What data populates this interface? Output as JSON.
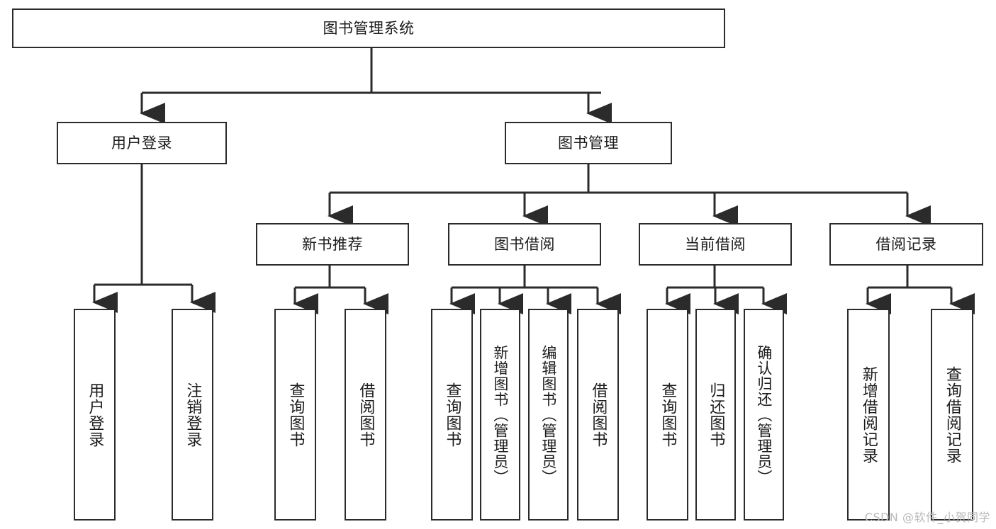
{
  "diagram": {
    "title": "图书管理系统",
    "type": "function-tree",
    "watermark": "CSDN @软件_小贺同学",
    "colors": {
      "stroke": "#2b2b2b",
      "fill": "#ffffff",
      "text": "#1b1b1b",
      "watermark": "#b9b9b9"
    },
    "levels": {
      "root": {
        "label": "图书管理系统"
      },
      "level2": [
        {
          "label": "用户登录"
        },
        {
          "label": "图书管理"
        }
      ],
      "level3": [
        {
          "label": "新书推荐"
        },
        {
          "label": "图书借阅"
        },
        {
          "label": "当前借阅"
        },
        {
          "label": "借阅记录"
        }
      ],
      "leaves": [
        {
          "label": "用户登录"
        },
        {
          "label": "注销登录"
        },
        {
          "label": "查询图书"
        },
        {
          "label": "借阅图书"
        },
        {
          "label": "查询图书"
        },
        {
          "label": "新增图书（管理员）"
        },
        {
          "label": "编辑图书（管理员）"
        },
        {
          "label": "借阅图书"
        },
        {
          "label": "查询图书"
        },
        {
          "label": "归还图书"
        },
        {
          "label": "确认归还（管理员）"
        },
        {
          "label": "新增借阅记录"
        },
        {
          "label": "查询借阅记录"
        }
      ]
    },
    "tree": {
      "root": "图书管理系统",
      "children": [
        {
          "label": "用户登录",
          "children": [
            {
              "label": "用户登录"
            },
            {
              "label": "注销登录"
            }
          ]
        },
        {
          "label": "图书管理",
          "children": [
            {
              "label": "新书推荐",
              "children": [
                {
                  "label": "查询图书"
                },
                {
                  "label": "借阅图书"
                }
              ]
            },
            {
              "label": "图书借阅",
              "children": [
                {
                  "label": "查询图书"
                },
                {
                  "label": "新增图书（管理员）"
                },
                {
                  "label": "编辑图书（管理员）"
                },
                {
                  "label": "借阅图书"
                }
              ]
            },
            {
              "label": "当前借阅",
              "children": [
                {
                  "label": "查询图书"
                },
                {
                  "label": "归还图书"
                },
                {
                  "label": "确认归还（管理员）"
                }
              ]
            },
            {
              "label": "借阅记录",
              "children": [
                {
                  "label": "新增借阅记录"
                },
                {
                  "label": "查询借阅记录"
                }
              ]
            }
          ]
        }
      ]
    }
  }
}
